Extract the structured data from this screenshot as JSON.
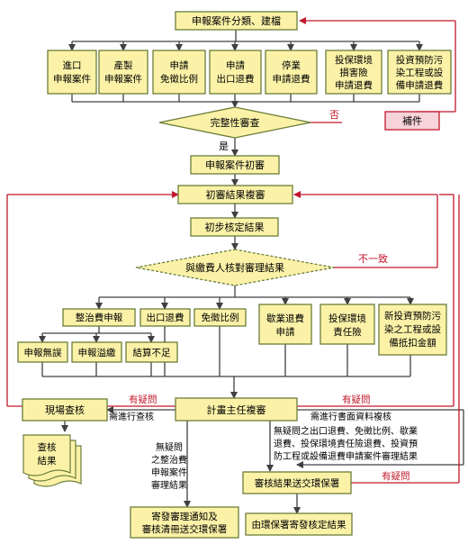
{
  "colors": {
    "box_fill": "#fbf2a8",
    "box_stroke": "#6b7d3a",
    "arrow": "#404040",
    "feedback": "#c0182a",
    "supplement_fill": "#f7d3da"
  },
  "nodes": {
    "classify": "申報案件分類、建檔",
    "cat_import": [
      "進口",
      "申報案件"
    ],
    "cat_product": [
      "產製",
      "申報案件"
    ],
    "cat_exempt": [
      "申請",
      "免徵比例"
    ],
    "cat_export": [
      "申請",
      "出口退費"
    ],
    "cat_shutdown": [
      "停業",
      "申請退費"
    ],
    "cat_insurance": [
      "投保環境",
      "損害險",
      "申請退費"
    ],
    "cat_invest": [
      "投資預防污",
      "染工程或設",
      "備申請退費"
    ],
    "completeness": "完整性審查",
    "supplement": "補件",
    "initial_review": "申報案件初審",
    "recheck": "初審結果複審",
    "preliminary": "初步核定結果",
    "verify": "與繳費人核對審理結果",
    "r_fee": "整治費申報",
    "r_export": "出口退費",
    "r_exempt": "免徵比例",
    "r_shutdown": [
      "歇業退費",
      "申請"
    ],
    "r_insurance": [
      "投保環境",
      "責任險"
    ],
    "r_invest": [
      "新投資預防污",
      "染之工程或設",
      "備抵扣金額"
    ],
    "s_correct": "申報無誤",
    "s_overpay": "申報溢繳",
    "s_short": "結算不足",
    "site_inspect": "現場查核",
    "check_result": [
      "查核",
      "結果"
    ],
    "director": "計畫主任複審",
    "send_keep": "審核結果送交環保署",
    "notify": [
      "寄發審理通知及",
      "審核清冊送交環保署"
    ],
    "epa_send": "由環保署寄發核定結果"
  },
  "labels": {
    "no": "否",
    "yes": "是",
    "mismatch": "不一致",
    "doubt_left": "有疑問",
    "doubt_right": "有疑問",
    "doubt_bottom": "有疑問",
    "need_inspect": "需進行查核",
    "need_written": "需進行書面資料複核",
    "written_items": [
      "無疑問之出口退費、免徵比例、歇業",
      "退費、投保環境責任險退費、投資預",
      "防工程或設備退費申請案件審理結果"
    ],
    "no_doubt": [
      "無疑問",
      "之整治費",
      "申報案件",
      "審理結果"
    ]
  }
}
